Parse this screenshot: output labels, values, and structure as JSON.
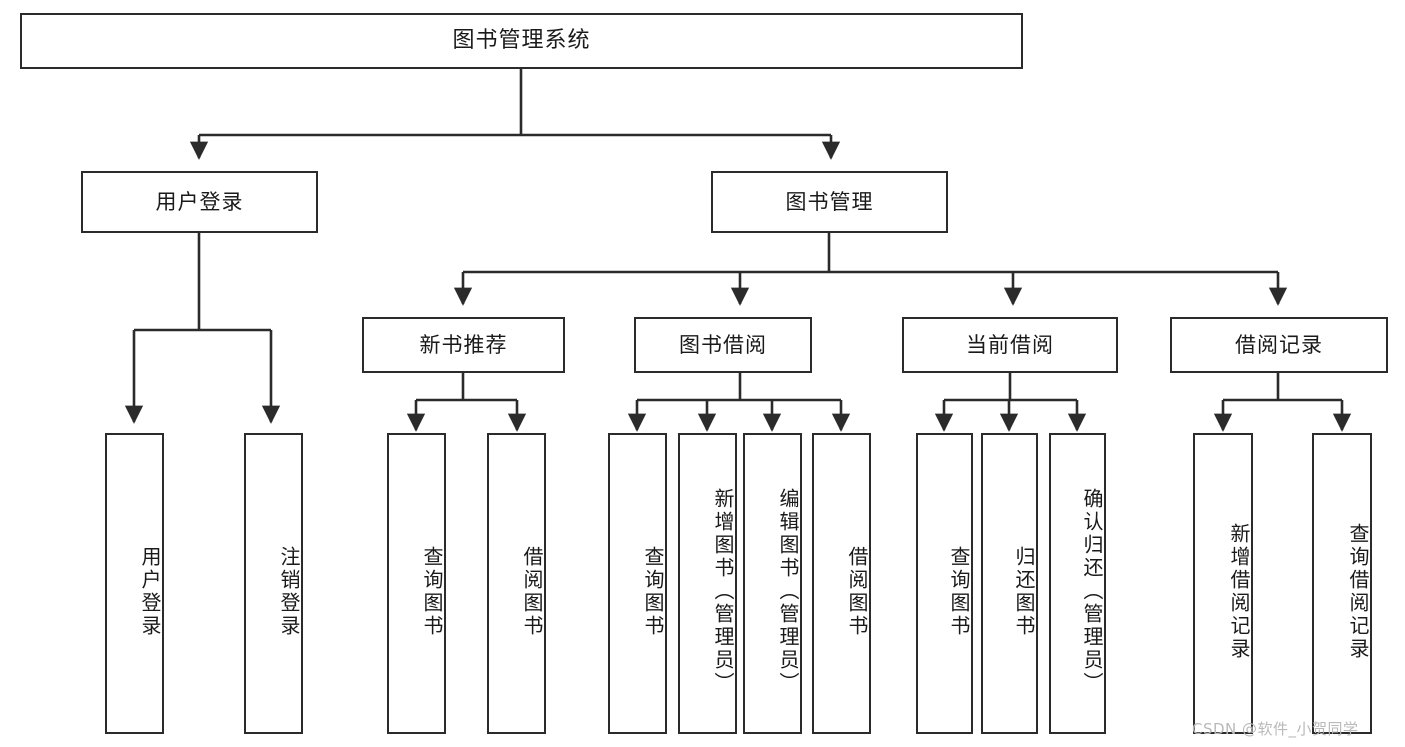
{
  "diagram": {
    "title": "图书管理系统",
    "type": "tree-hierarchy",
    "colors": {
      "box_border": "#2b2b2b",
      "box_fill": "#ffffff",
      "edge": "#2b2b2b",
      "text": "#1a1a1a",
      "watermark": "#b9b9b9",
      "background": "#ffffff"
    }
  },
  "nodes": {
    "root": {
      "label": "图书管理系统"
    },
    "level2": [
      {
        "id": "user-login",
        "label": "用户登录"
      },
      {
        "id": "book-manage",
        "label": "图书管理"
      }
    ],
    "level3": [
      {
        "id": "new-book-recommend",
        "label": "新书推荐"
      },
      {
        "id": "book-borrow",
        "label": "图书借阅"
      },
      {
        "id": "current-borrow",
        "label": "当前借阅"
      },
      {
        "id": "borrow-record",
        "label": "借阅记录"
      }
    ],
    "leaves": {
      "user-login": [
        {
          "id": "leaf-user-login",
          "label": "用户登录"
        },
        {
          "id": "leaf-logout-login",
          "label": "注销登录"
        }
      ],
      "new-book-recommend": [
        {
          "id": "leaf-query-book-1",
          "label": "查询图书"
        },
        {
          "id": "leaf-borrow-book-1",
          "label": "借阅图书"
        }
      ],
      "book-borrow": [
        {
          "id": "leaf-query-book-2",
          "label": "查询图书"
        },
        {
          "id": "leaf-add-book",
          "label": "新增图书（管理员）"
        },
        {
          "id": "leaf-edit-book",
          "label": "编辑图书（管理员）"
        },
        {
          "id": "leaf-borrow-book-2",
          "label": "借阅图书"
        }
      ],
      "current-borrow": [
        {
          "id": "leaf-query-book-3",
          "label": "查询图书"
        },
        {
          "id": "leaf-return-book",
          "label": "归还图书"
        },
        {
          "id": "leaf-confirm-return",
          "label": "确认归还（管理员）"
        }
      ],
      "borrow-record": [
        {
          "id": "leaf-add-record",
          "label": "新增借阅记录"
        },
        {
          "id": "leaf-query-record",
          "label": "查询借阅记录"
        }
      ]
    }
  },
  "watermark": {
    "text": "CSDN @软件_小贺同学"
  }
}
